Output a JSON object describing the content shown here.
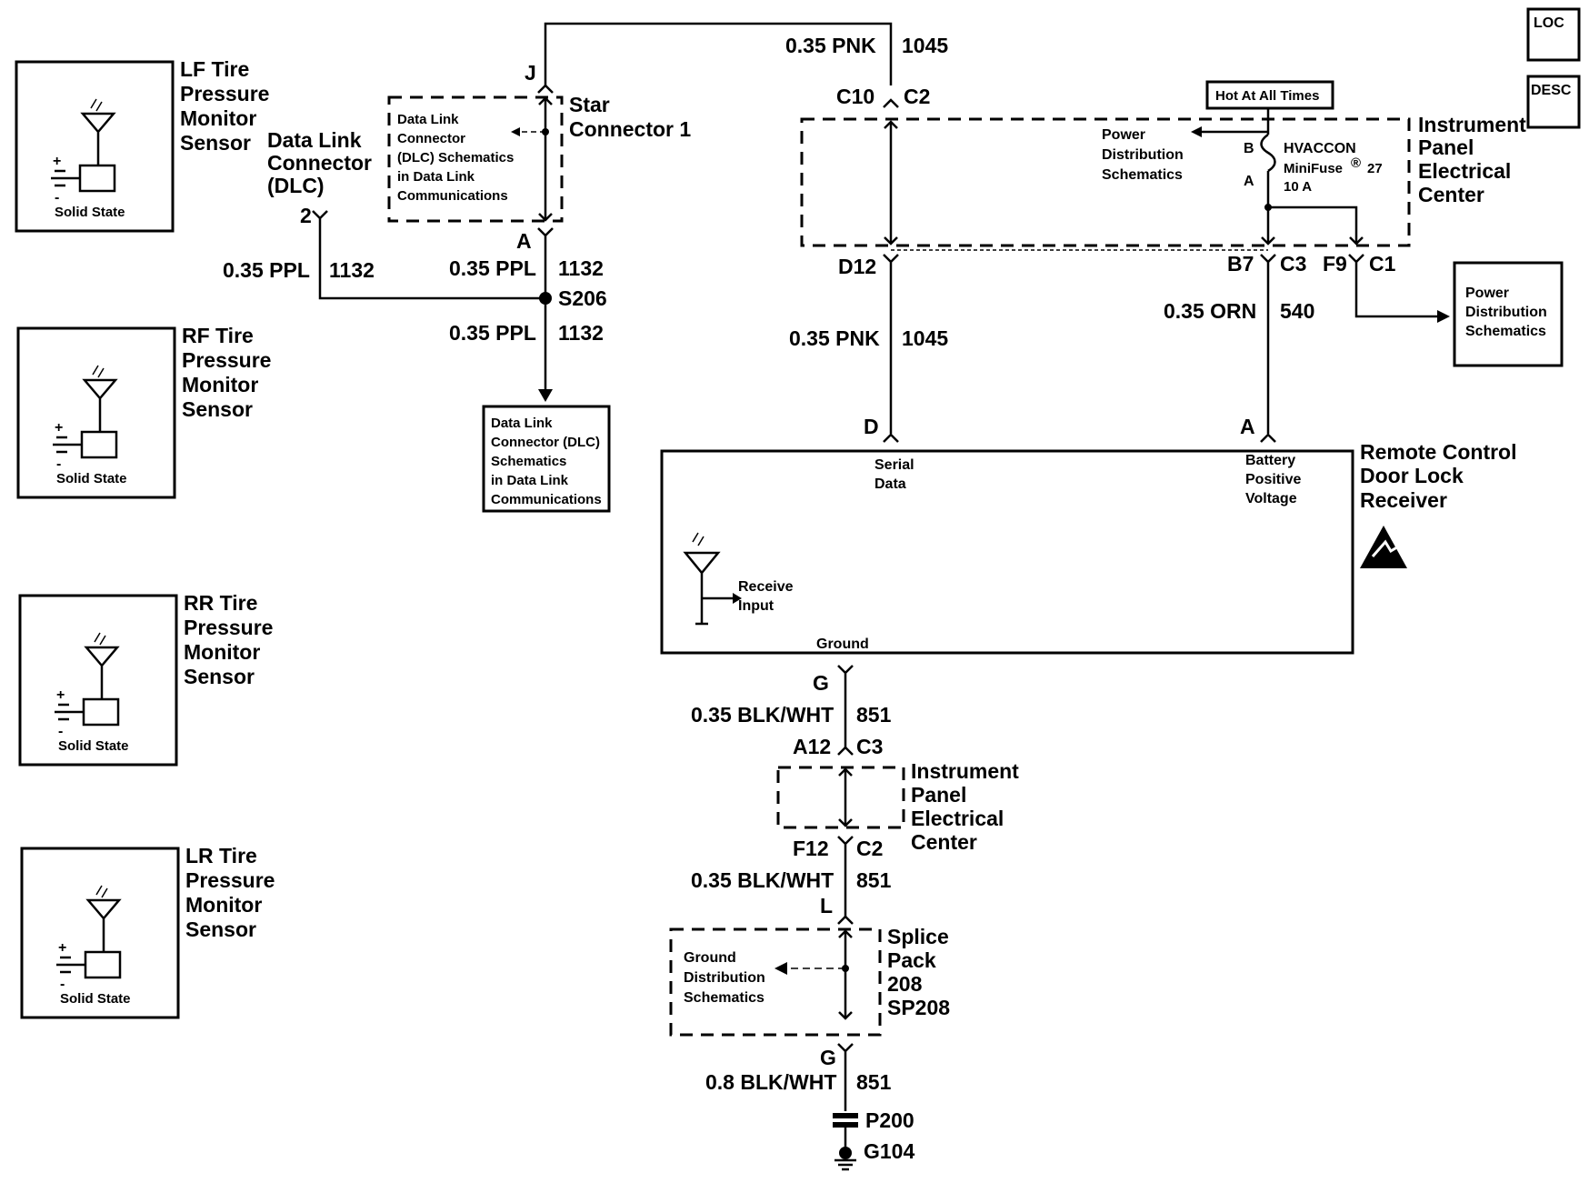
{
  "title_blocks": {
    "loc": "LOC",
    "desc": "DESC"
  },
  "sensors": [
    {
      "title": [
        "LF Tire",
        "Pressure",
        "Monitor",
        "Sensor"
      ],
      "caption": "Solid State"
    },
    {
      "title": [
        "RF Tire",
        "Pressure",
        "Monitor",
        "Sensor"
      ],
      "caption": "Solid State"
    },
    {
      "title": [
        "RR Tire",
        "Pressure",
        "Monitor",
        "Sensor"
      ],
      "caption": "Solid State"
    },
    {
      "title": [
        "LR Tire",
        "Pressure",
        "Monitor",
        "Sensor"
      ],
      "caption": "Solid State"
    }
  ],
  "dlc": {
    "title": [
      "Data Link",
      "Connector",
      "(DLC)"
    ],
    "pin": "2",
    "wire_gauge_color": "0.35 PPL",
    "circuit": "1132"
  },
  "star_connector": {
    "title": [
      "Star",
      "Connector 1"
    ],
    "ref_text": [
      "Data Link",
      "Connector",
      "(DLC) Schematics",
      "in Data Link",
      "Communications"
    ],
    "top_pin": "J",
    "bottom_pin": "A",
    "wire_gauge_color": "0.35 PPL",
    "circuit": "1132"
  },
  "splice_s206": {
    "name": "S206",
    "out_gauge_color": "0.35 PPL",
    "out_circuit": "1132",
    "ref_text": [
      "Data Link",
      "Connector (DLC)",
      "Schematics",
      "in Data Link",
      "Communications"
    ]
  },
  "serial_wire": {
    "top_gauge_color": "0.35 PNK",
    "top_circuit": "1045",
    "mid_gauge_color": "0.35 PNK",
    "mid_circuit": "1045"
  },
  "ipec_top": {
    "title": [
      "Instrument",
      "Panel",
      "Electrical",
      "Center"
    ],
    "hot_label": "Hot At All Times",
    "conn_c10": "C10",
    "conn_c2": "C2",
    "conn_d12": "D12",
    "pdist_ref": [
      "Power",
      "Distribution",
      "Schematics"
    ],
    "fuse_pin_b": "B",
    "fuse_pin_a": "A",
    "fuse_name": "HVACCON",
    "fuse_type": "MiniFuse",
    "fuse_reg": "®",
    "fuse_num": "27",
    "fuse_rating": "10 A",
    "conn_b7": "B7",
    "conn_c3": "C3",
    "conn_f9": "F9",
    "conn_c1": "C1"
  },
  "battery_wire": {
    "gauge_color": "0.35 ORN",
    "circuit": "540"
  },
  "pdist_box": [
    "Power",
    "Distribution",
    "Schematics"
  ],
  "receiver": {
    "title": [
      "Remote Control",
      "Door Lock",
      "Receiver"
    ],
    "pin_d": "D",
    "pin_a": "A",
    "pin_g": "G",
    "serial_label": [
      "Serial",
      "Data"
    ],
    "battery_label": [
      "Battery",
      "Positive",
      "Voltage"
    ],
    "receive_label": [
      "Receive",
      "Input"
    ],
    "ground_label": "Ground"
  },
  "ground_path": {
    "w1_gauge_color": "0.35 BLK/WHT",
    "w1_circuit": "851",
    "conn_a12": "A12",
    "conn_c3": "C3",
    "ipec_title": [
      "Instrument",
      "Panel",
      "Electrical",
      "Center"
    ],
    "conn_f12": "F12",
    "conn_c2": "C2",
    "w2_gauge_color": "0.35 BLK/WHT",
    "w2_circuit": "851",
    "pin_l": "L",
    "splice_title": [
      "Splice",
      "Pack",
      "208",
      "SP208"
    ],
    "ground_ref": [
      "Ground",
      "Distribution",
      "Schematics"
    ],
    "pin_g": "G",
    "w3_gauge_color": "0.8 BLK/WHT",
    "w3_circuit": "851",
    "pass_thru": "P200",
    "ground": "G104"
  }
}
